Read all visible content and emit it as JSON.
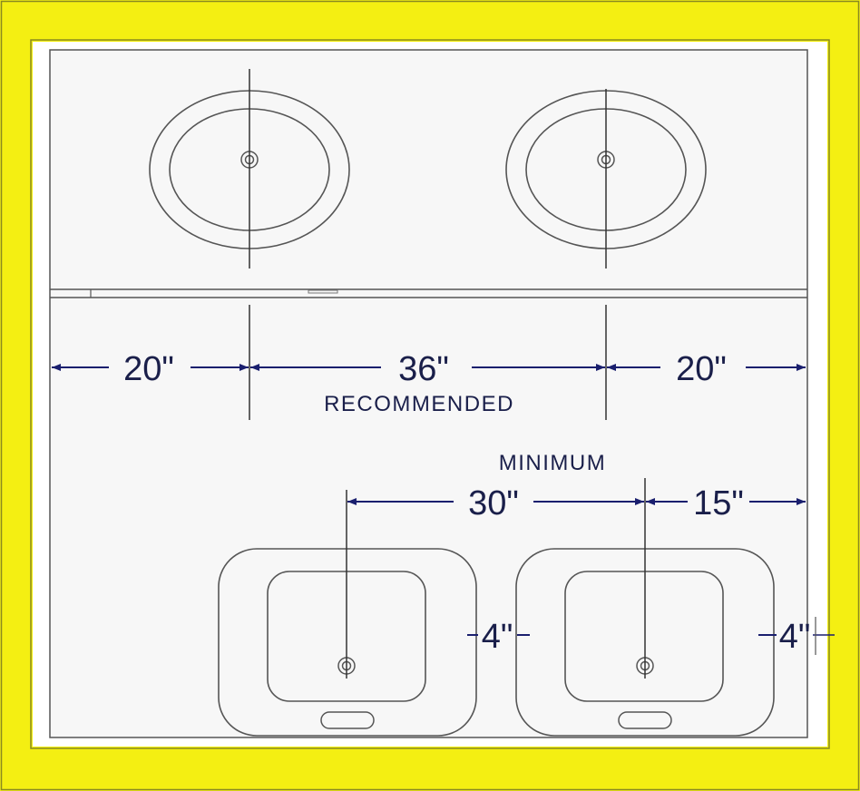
{
  "colors": {
    "frame": "#f4ef12",
    "line": "#555555",
    "arrow": "#1a1f6e",
    "text": "#1a1f4a"
  },
  "recommended": {
    "label": "RECOMMENDED",
    "left_dimension": "20\"",
    "center_dimension": "36\"",
    "right_dimension": "20\""
  },
  "minimum": {
    "label": "MINIMUM",
    "center_dimension": "30\"",
    "right_dimension": "15\"",
    "gap_dimension": "4\"",
    "edge_dimension": "4\""
  }
}
